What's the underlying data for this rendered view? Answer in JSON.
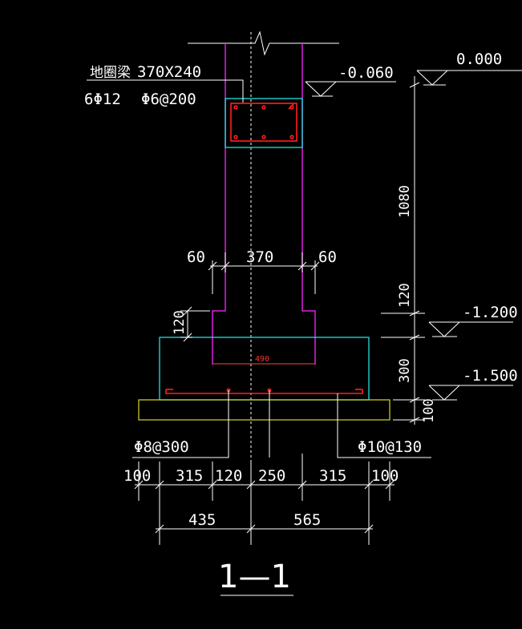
{
  "ring_beam": {
    "label": "地圈梁",
    "size": "370X240",
    "main_bars": "6Φ12",
    "stirrups": "Φ6@200"
  },
  "levels": {
    "ground": "0.000",
    "damp_course": "-0.060",
    "footing_step": "-1.200",
    "footing_base": "-1.500"
  },
  "vertical_dims": {
    "wall_height": "1080",
    "step_height_right": "120",
    "step_height_left": "120",
    "footing_depth": "300",
    "cushion_depth": "100"
  },
  "wall_dims": {
    "left_offset": "60",
    "wall_width": "370",
    "right_offset": "60",
    "footing_inner": "490"
  },
  "rebar": {
    "distribution": "Φ8@300",
    "main": "Φ10@130"
  },
  "bottom_dims": {
    "row1": [
      "100",
      "315",
      "120",
      "250",
      "315",
      "100"
    ],
    "row2": [
      "435",
      "565"
    ]
  },
  "section_title": "1—1",
  "colors": {
    "background": "#000000",
    "wall": "#e020e0",
    "concrete": "#20e0e0",
    "rebar": "#ff2020",
    "cushion": "#c8c820",
    "annotation": "#ffffff"
  }
}
